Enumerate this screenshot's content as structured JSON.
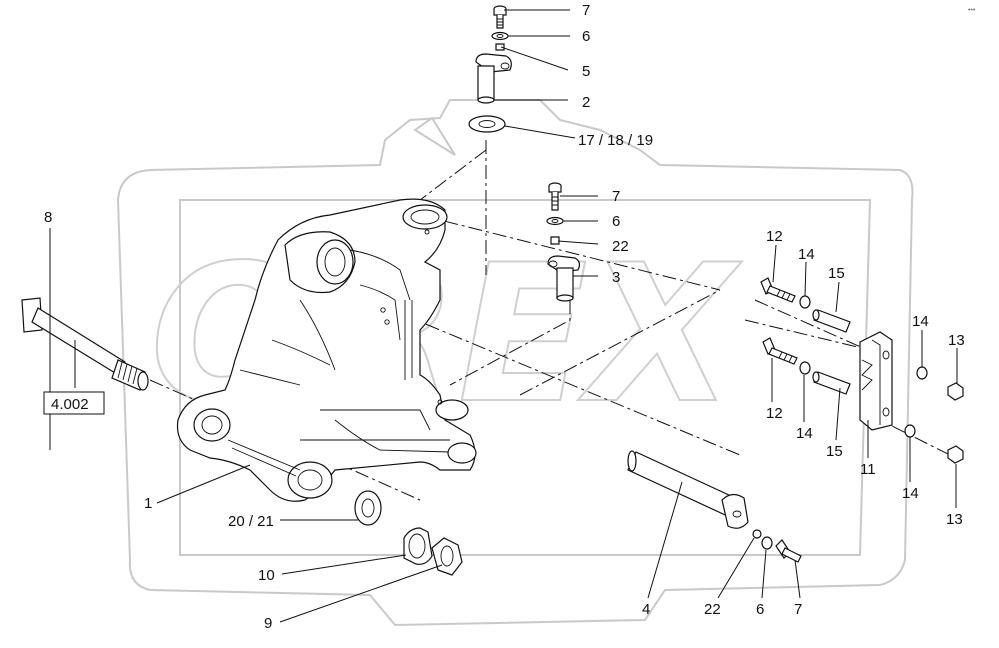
{
  "watermark": {
    "text": "OREX"
  },
  "corner_mark": "•••",
  "callouts": {
    "c7_top": "7",
    "c6_top": "6",
    "c5": "5",
    "c2": "2",
    "c17_18_19": "17 / 18 / 19",
    "c7_mid": "7",
    "c6_mid": "6",
    "c22_mid": "22",
    "c3": "3",
    "c8": "8",
    "c4_002": "4.002",
    "c12_top": "12",
    "c14_top": "14",
    "c15_top": "15",
    "c14_right": "14",
    "c13_top": "13",
    "c12_bot": "12",
    "c14_mid": "14",
    "c15_bot": "15",
    "c11": "11",
    "c14_bot": "14",
    "c13_bot": "13",
    "c1": "1",
    "c20_21": "20 / 21",
    "c10": "10",
    "c9": "9",
    "c4": "4",
    "c22_bot": "22",
    "c6_bot": "6",
    "c7_bot": "7"
  },
  "colors": {
    "line": "#111111",
    "watermark": "#c9c9c9",
    "background": "#ffffff"
  }
}
